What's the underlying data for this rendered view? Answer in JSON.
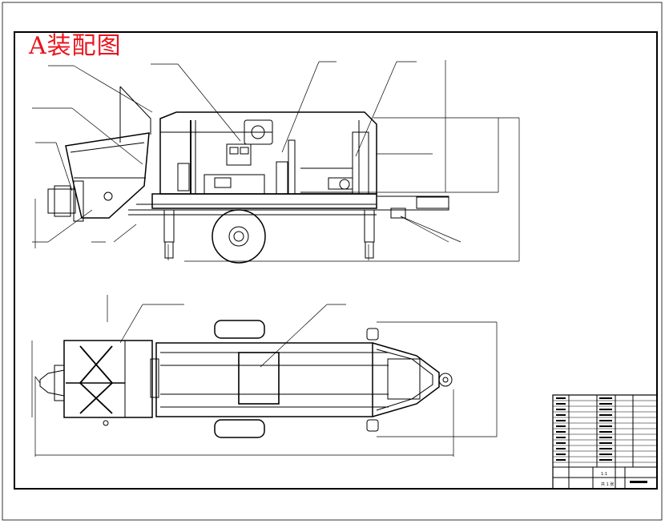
{
  "drawing": {
    "title": "A装配图",
    "title_color": "#e8141d",
    "line_color": "#000000",
    "background": "#ffffff"
  },
  "title_block": {
    "scale_label": "1:1",
    "sheet_label": "共 1 张"
  }
}
